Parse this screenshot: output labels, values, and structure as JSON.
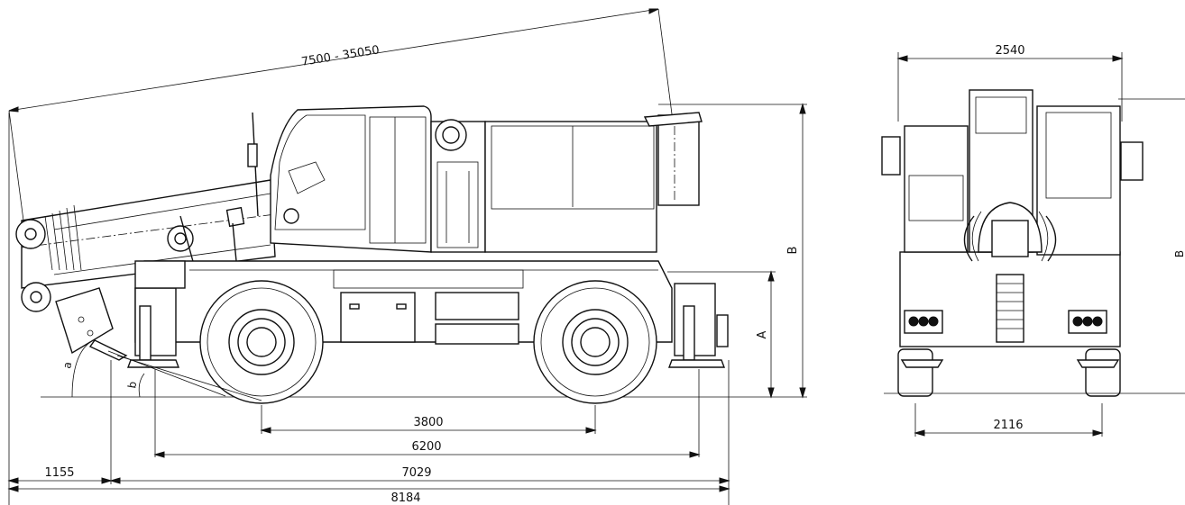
{
  "side_view": {
    "boom_length": "7500 - 35050",
    "overall_height_label": "B",
    "axle_height_label": "A",
    "approach_angle_label": "a",
    "departure_angle_label": "b",
    "wheelbase": "3800",
    "outrigger_span": "6200",
    "body_length": "7029",
    "front_overhang": "1155",
    "overall_length": "8184"
  },
  "front_view": {
    "overall_width": "2540",
    "track_width": "2116",
    "height_label": "B"
  }
}
